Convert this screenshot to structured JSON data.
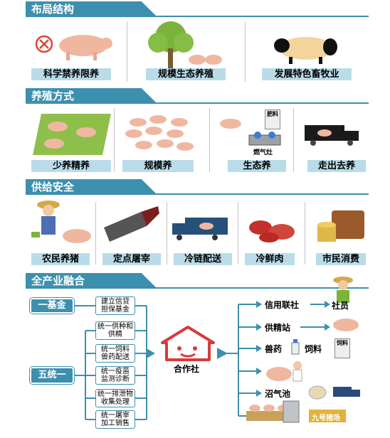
{
  "sections": [
    {
      "title": "布局结构",
      "items": [
        "科学禁养限养",
        "规模生态养殖",
        "发展特色畜牧业"
      ]
    },
    {
      "title": "养殖方式",
      "items": [
        "少养精养",
        "规模养",
        "生态养",
        "走出去养"
      ]
    },
    {
      "title": "供给安全",
      "items": [
        "农民养猪",
        "定点屠宰",
        "冷链配送",
        "冷鲜肉",
        "市民消费"
      ]
    },
    {
      "title": "全产业融合"
    }
  ],
  "annotations": {
    "feiliao": "肥料",
    "ranqizao": "燃气灶",
    "siliao_bag": "饲料"
  },
  "integration": {
    "fund_label": "一基金",
    "unify_label": "五统一",
    "fund_item": "建立信贷\n担保基金",
    "unify_items": [
      "统一供种和\n供精",
      "统一饲料\n兽药配送",
      "统一疫苗\n监测诊断",
      "统一排泄物\n收集处理",
      "统一屠宰\n加工销售"
    ],
    "center_label": "合作社",
    "outputs": [
      "信用联社",
      "社员",
      "供精站",
      "兽药",
      "饲料",
      "沼气池"
    ],
    "sign_text": "九号猪场"
  },
  "colors": {
    "accent": "#3d8fae",
    "label_bg": "#b9dce8"
  }
}
